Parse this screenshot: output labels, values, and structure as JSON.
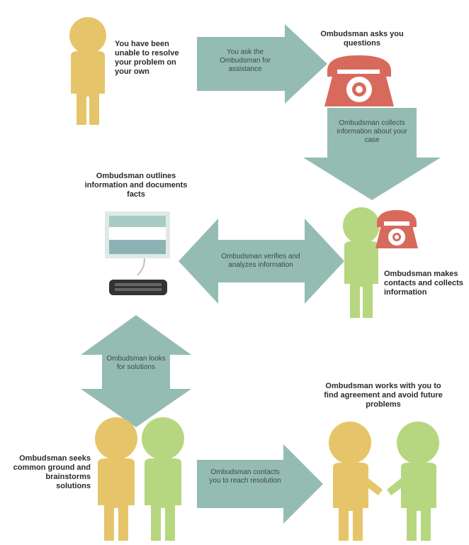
{
  "colors": {
    "arrow": "#95bcb3",
    "person_yellow": "#e6c56a",
    "person_green": "#b6d77f",
    "phone": "#d86a5d",
    "monitor_frame": "#dfe9e6",
    "monitor_screen_top": "#a9cbc6",
    "monitor_screen_bottom": "#8cb3b3",
    "keyboard": "#333333"
  },
  "icons": [
    "person-icon",
    "phone-icon",
    "computer-icon",
    "handshake-icon"
  ],
  "labels": {
    "unresolved": "You have been unable to resolve your problem on your own",
    "asks_questions": "Ombudsman asks you questions",
    "outlines": "Ombudsman outlines information and documents facts",
    "contacts": "Ombudsman makes contacts and collects information",
    "works_with_you": "Ombudsman works with you to find agreement and avoid future problems",
    "common_ground": "Ombudsman seeks common ground and brainstorms solutions"
  },
  "arrows": {
    "ask": "You ask the Ombudsman for assistance",
    "collects": "Ombudsman collects information about your case",
    "verifies": "Ombudsman verifies and analyzes information",
    "solutions": "Ombudsman looks for solutions",
    "resolution": "Ombudsman contacts you to reach resolution"
  }
}
